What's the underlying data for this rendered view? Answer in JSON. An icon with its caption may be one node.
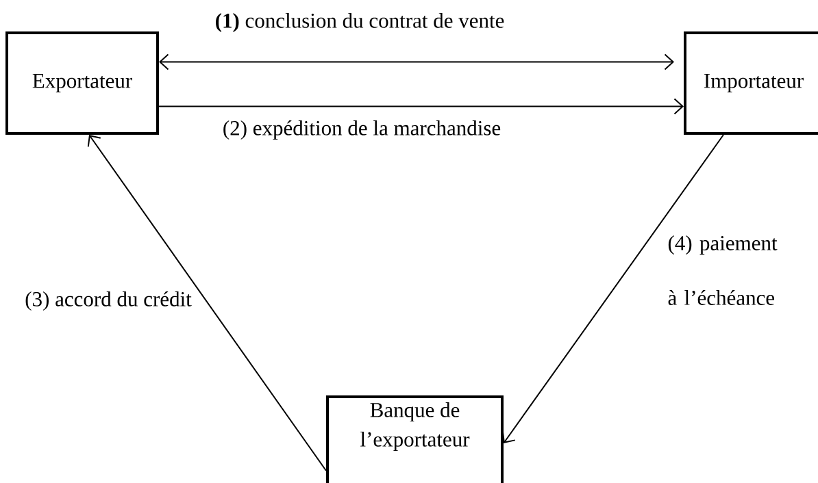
{
  "diagram": {
    "nodes": [
      {
        "text": [
          "Exportateur"
        ]
      },
      {
        "text": [
          "Importateur"
        ]
      },
      {
        "text": [
          "Banque de l’exportateur"
        ]
      }
    ],
    "edges": [
      {
        "from": 0,
        "to": 1,
        "arrow": "both",
        "label": "**(1)** conclusion du contrat de vente"
      },
      {
        "from": 0,
        "to": 1,
        "arrow": "to",
        "label": "(2) expédition de la marchandise"
      },
      {
        "from": 2,
        "to": 0,
        "arrow": "to",
        "label": "(3)  accord du crédit"
      },
      {
        "from": 1,
        "to": 2,
        "arrow": "to",
        "label": "(4) paiement à l’échéance"
      }
    ]
  }
}
